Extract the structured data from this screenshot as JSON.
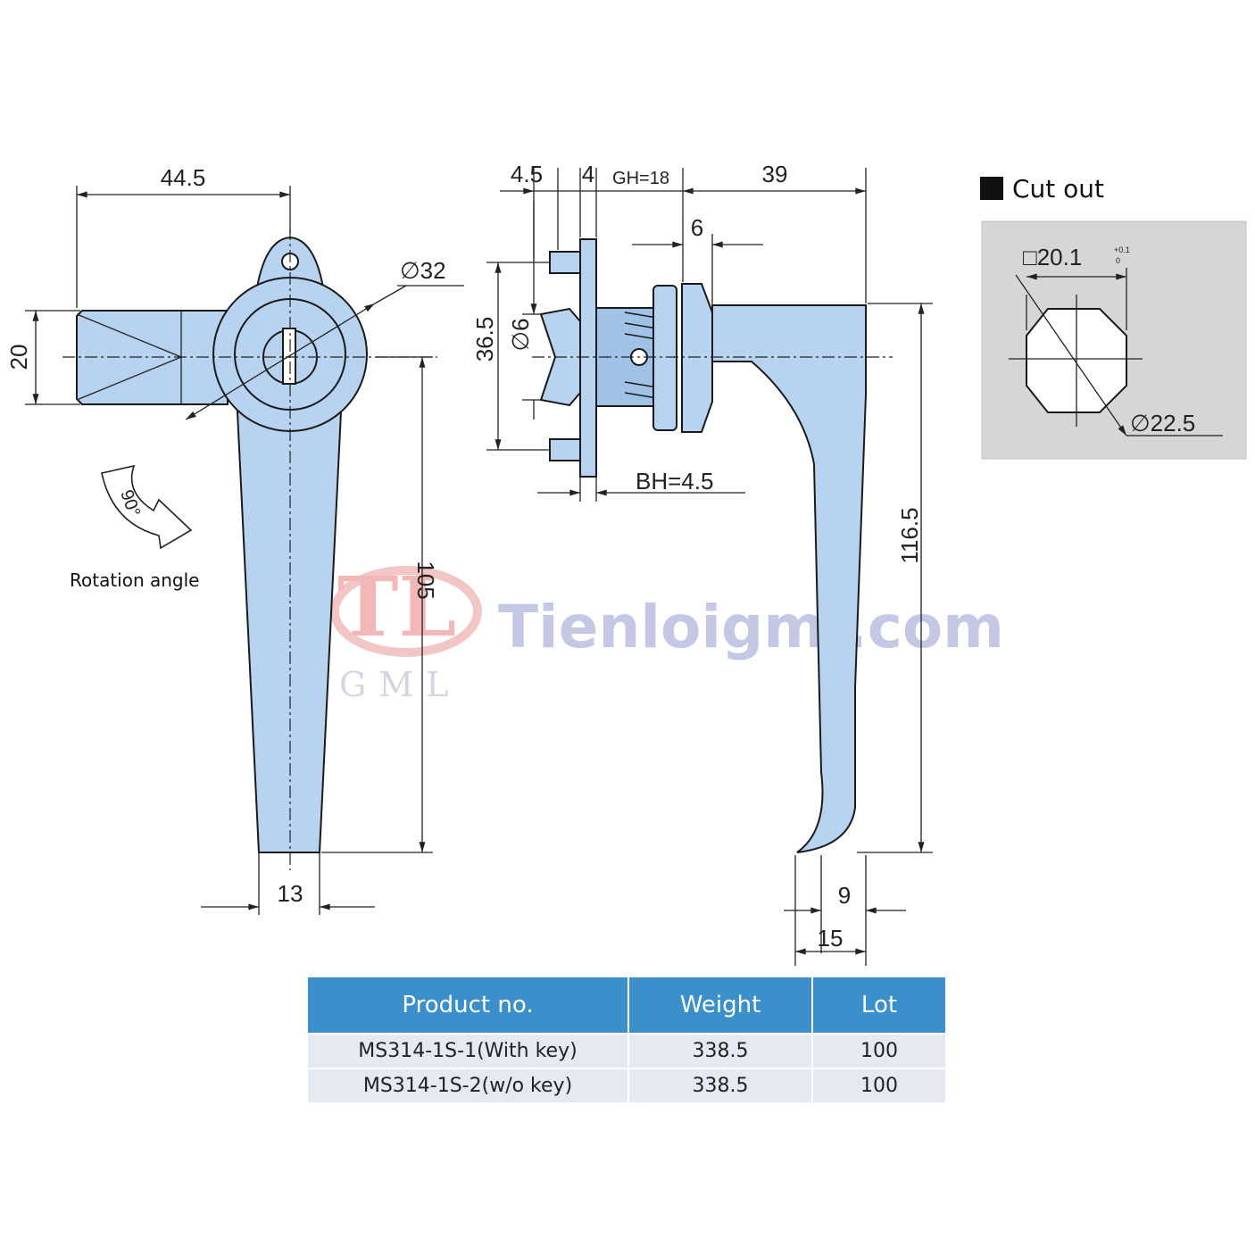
{
  "front_view": {
    "dims": {
      "width_total": "44.5",
      "bolt_height": "20",
      "lock_diameter": "∅32",
      "handle_length": "105",
      "handle_tip_width": "13"
    },
    "rotation": {
      "angle": "90°",
      "label": "Rotation angle"
    }
  },
  "side_view": {
    "dims": {
      "d1": "4.5",
      "d2": "4",
      "gh": "GH=18",
      "reach": "39",
      "nut": "6",
      "hole_spacing": "36.5",
      "pin_diameter": "∅6",
      "bh": "BH=4.5",
      "height": "116.5",
      "tip": "9",
      "tip_total": "15"
    }
  },
  "cutout": {
    "title": "Cut out",
    "square": "□20.1",
    "tolerance_upper": "+0.1",
    "tolerance_lower": "0",
    "diameter": "∅22.5"
  },
  "watermark": {
    "logo_letters": "TL",
    "logo_sub": "GML",
    "site": "Tienloigml.com"
  },
  "table": {
    "headers": [
      "Product no.",
      "Weight",
      "Lot"
    ],
    "rows": [
      [
        "MS314-1S-1(With key)",
        "338.5",
        "100"
      ],
      [
        "MS314-1S-2(w/o key)",
        "338.5",
        "100"
      ]
    ]
  },
  "colors": {
    "part_fill": "#b7d3ef",
    "table_header": "#3b8fcb",
    "table_row": "#e4e9f2",
    "cutout_bg": "#d6d6d6"
  }
}
